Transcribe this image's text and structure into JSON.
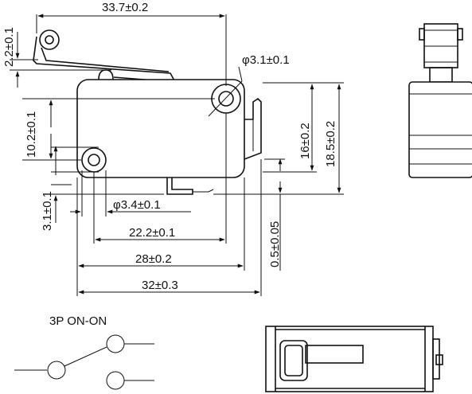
{
  "dimensions": {
    "top_length": "33.7±0.2",
    "lever_height": "2.2±0.1",
    "hole_diameter_top": "φ3.1±0.1",
    "hole_vertical_spacing": "10.2±0.1",
    "body_height": "16±0.2",
    "overall_height": "18.5±0.2",
    "hole_diameter_bottom": "φ3.4±0.1",
    "hole_offset": "3.1±0.1",
    "terminal_offset": "0.5±0.05",
    "hole_spacing": "22.2±0.1",
    "body_width": "28±0.2",
    "overall_width": "32±0.3"
  },
  "schematic": {
    "label": "3P ON-ON"
  },
  "colors": {
    "line": "#111111",
    "background": "#ffffff"
  }
}
